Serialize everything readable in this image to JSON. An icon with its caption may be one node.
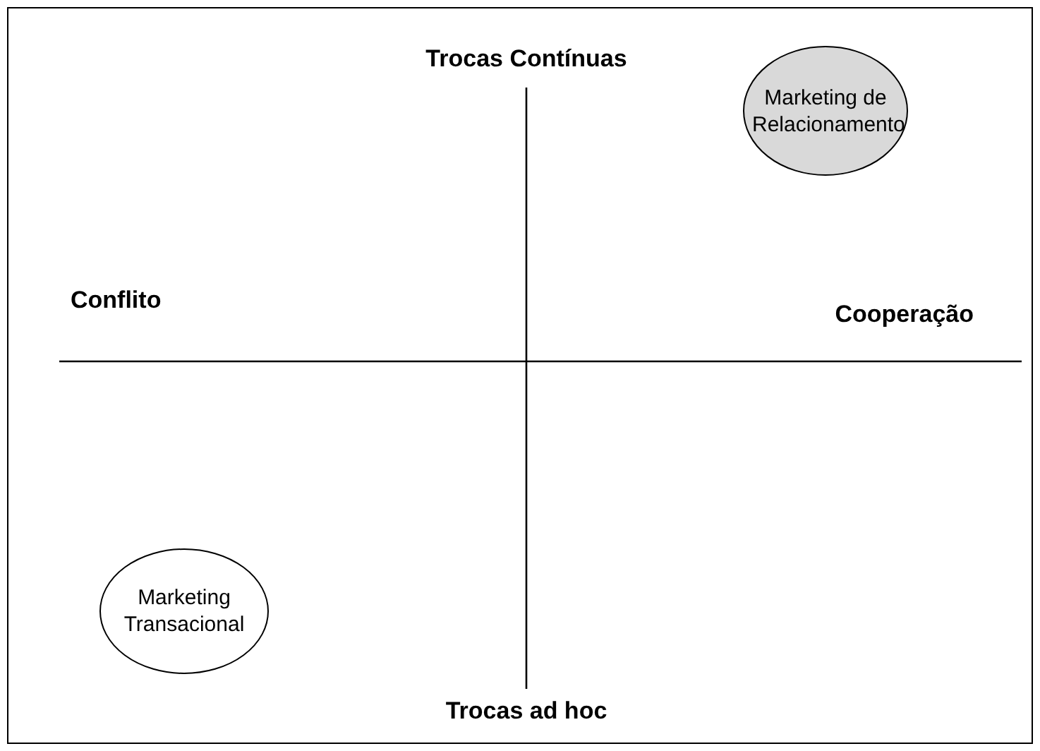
{
  "diagram": {
    "nodes": [
      {
        "text": [
          "Marketing de Relacionamento"
        ]
      },
      {
        "text": [
          "Marketing Transacional"
        ]
      }
    ],
    "labels": [
      "Trocas Contínuas",
      "Conflito",
      "Cooperação",
      "Trocas ad hoc"
    ]
  }
}
